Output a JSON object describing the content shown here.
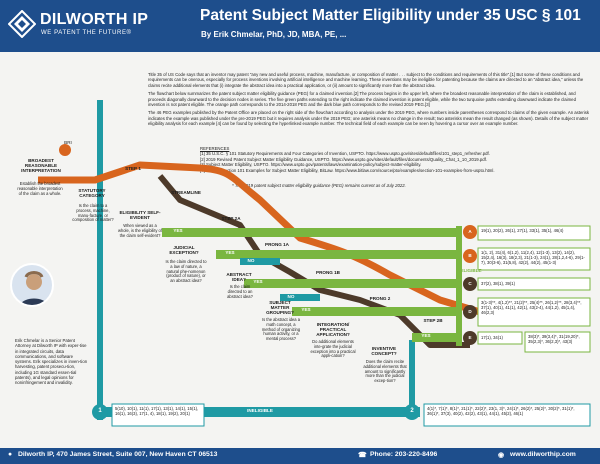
{
  "brand": {
    "name": "DILWORTH IP",
    "tagline": "WE PATENT THE FUTURE®",
    "logo_icon": "diamond-logo-icon"
  },
  "header": {
    "title": "Patent Subject Matter Eligibility under 35 USC § 101",
    "author": "By Erik Chmelar, PhD, JD, MBA, PE, ..."
  },
  "intro": [
    "Title 35 of US Code says that an inventor may patent \"any new and useful process, machine, manufacture, or composition of matter . . . subject to the conditions and requirements of this title\".[1] But some of these conditions and requirements can be onerous, especially for process inventions involving artificial intelligence and machine learning. These inventions may be ineligible for patenting because the claims are directed to an \"abstract idea,\" unless the claims recite additional elements that (i) integrate the abstract idea into a practical application, or (ii) amount to significantly more than the abstract idea.",
    "The flowchart below summarizes the patent subject matter eligibility guidance (PEG) for a claimed invention.[2] The process begins in the upper left, where the broadest reasonable interpretation of the claim is established, and proceeds diagonally downward to the decision nodes in series. The five green paths extending to the right indicate the claimed invention is patent eligible, while the two turquoise paths extending downward indicate the claimed invention is not patent eligible. The orange path corresponds to the 2014-2018 PEG and the dark blue path corresponds to the revised 2019 PEG.[3]",
    "The 46 PEG examples published by the Patent Office are placed on the right side of the flowchart according to analysis under the 2019 PEG, where numbers inside parentheses correspond to claims of the given example. An asterisk indicates the example was published under the pre-2019 PEG but it requires analysis under the 2019 PEG; one asterisk means no change in the result; two asterisks mean the result changed (as shown). Details of the subject matter eligibility analysis for each example [4] can be found by selecting the hyperlinked example number. The technical field of each example can be seen by hovering a cursor over an example number."
  ],
  "references": {
    "heading": "REFERENCES",
    "items": [
      "[1] 35 U.S.C. § 101 Statutory Requirements and Four Categories of Invention, USPTO. https://www.uspto.gov/sites/default/files/101_step1_refresher.pdf.",
      "[2] 2019 Revised Patent Subject Matter Eligibility Guidance, USPTO. https://www.uspto.gov/sites/default/files/documents/Quality_Chat_1_10_2019.pdf.",
      "[3] Subject Matter Eligibility, USPTO. https://www.uspto.gov/patents/laws/examination-policy/subject-matter-eligibility.",
      "[4] USPTO Section 101 Examples for Subject Matter Eligibility, BitLaw. https://www.bitlaw.com/source/pto/examples/section-101-examples-from-uspto.html."
    ],
    "footnote": "* The 2019 patent subject matter eligibility guidance (PEG) remains current as of July 2022."
  },
  "flow": {
    "bri_badge": "BRI",
    "bri_label": "BROADEST REASONABLE INTERPRETATION",
    "bri_desc": "Establish the broadest reasonable interpretation of the claim as a whole.",
    "step1": "STEP 1",
    "step1_label": "STATUTORY CATEGORY",
    "step1_desc": "Is the claim to a process, machine, manu-facture, or composition of matter?",
    "streamline": "STREAMLINE",
    "streamline_label": "ELIGIBILITY SELF-EVIDENT",
    "streamline_desc": "When viewed as a whole, is the eligibility of the claim self-evident?",
    "step2a": "STEP 2A",
    "step2a_label": "JUDICIAL EXCEPTION?",
    "step2a_desc": "Is the claim directed to a law of nature, a natural phe-nomenon (product of nature), or an abstract idea?",
    "prong1a": "PRONG 1A",
    "prong1a_label": "ABSTRACT IDEA?",
    "prong1a_desc": "Is the claim directed to an abstract idea?",
    "prong1b": "PRONG 1B",
    "prong1b_label": "SUBJECT MATTER GROUPING?",
    "prong1b_desc": "Is the abstract idea a math concept, a method of organizing human activity, or a mental process?",
    "prong2": "PRONG 2",
    "prong2_label": "INTEGRATION/ PRACTICAL APPLICATION?",
    "prong2_desc": "Do additional elements inte-grate the judicial exception into a practical appli-cation?",
    "step2b": "STEP 2B",
    "step2b_label": "INVENTIVE CONCEPT?",
    "step2b_desc": "Does the claim recite additional elements that amount to significantly more than the judicial excep-tion?",
    "yes": "YES",
    "no": "NO",
    "eligible": "ELIGIBLE",
    "ineligible": "INELIGIBLE",
    "badge_1": "1",
    "badge_2": "2"
  },
  "results": {
    "A": {
      "letter": "A",
      "examples": "19(1), 20(2), 26(1), 27(1), 33(1), 35(1), 46(4)"
    },
    "B": {
      "letter": "B",
      "examples": "1(1, 2), 31(4), 6(1,2), 11(2,4), 12(1-3), 13(2), 14(2), 15(2,4), 16(3), 18(2,3), 21(1-3), 24(1), 28(1,2,4-6), 29(1-7), 30(3-6), 31(5,8), 42(2), 44(2), 45(1-3)"
    },
    "C": {
      "letter": "C",
      "examples": "37(2), 38(1), 39(1)"
    },
    "D": {
      "letter": "D",
      "examples": "3(1-3)**, 4(1,2)**, 21(2)**, 25(4)**, 26(1,2)**, 28(3,4)**, 37(1), 40(1), 41(1), 42(1), 43(2-4), 44(1,2), 45(1,4), 46(2,3)"
    },
    "E": {
      "letter": "E",
      "examples": "17(1), 34(1)"
    },
    "E_extra": {
      "examples": "38(3)*, 39(3,4)*, 31(19,20)*, 35(2,3)*, 36(2,3)*, 43(3)"
    },
    "ineligible_1": {
      "examples": "5(10), 10(1), 11(1), 17(1), 13(1), 14(1), 15(1), 16(1), 16(3), 17(1, 4), 18(1), 19(2), 20(1)"
    },
    "ineligible_2": {
      "examples": "4(1)*, 7(1)*, 8(1)*, 21(1)*, 22(2)*, 23(1, 3)*, 24(1)*, 26(2)*, 25(2)*, 30(2)*, 31(1)*, 36(1)*, 37(3), 40(2), 42(2), 43(1), 44(1), 45(2), 46(1)"
    }
  },
  "bio": {
    "photo_icon": "person-portrait-icon",
    "text": "Erik Chmelar is a Senior Patent Attorney at Dilworth IP with exper-tise in integrated circuits, data communications, and software systems. Erik specializes in inven-tion harvesting, patent prosecu-tion, including 1G standard essen-tial patents), and legal opinions for noninfringement and invalidity."
  },
  "footer": {
    "address": "Dilworth IP, 470 James Street, Suite 007, New Haven CT 06513",
    "phone": "Phone: 203-220-8496",
    "website": "www.dilworthip.com",
    "location_icon": "location-pin-icon",
    "phone_icon": "phone-icon",
    "web_icon": "globe-icon"
  },
  "colors": {
    "header_blue": "#1e4e8c",
    "orange_path": "#d8651e",
    "dark_path": "#4d3a2a",
    "green": "#7ab640",
    "teal": "#1f9aa4",
    "purple": "#6a3d8f"
  }
}
